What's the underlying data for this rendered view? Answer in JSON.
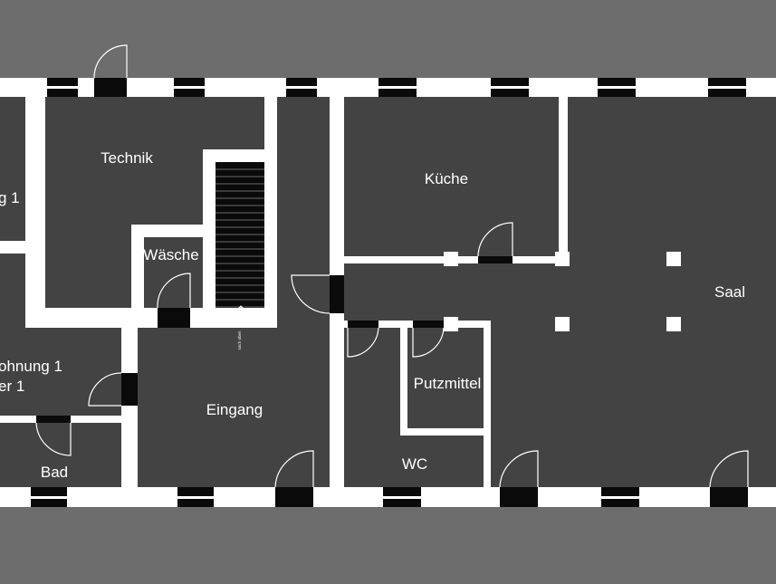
{
  "colors": {
    "background": "#6d6d6d",
    "floor": "#434343",
    "wall": "#ffffff",
    "opening": "#0a0a0a",
    "door_line": "#ffffff"
  },
  "rooms": {
    "technik": "Technik",
    "waesche": "Wäsche",
    "kueche": "Küche",
    "saal": "Saal",
    "eingang": "Eingang",
    "putzmittel": "Putzmittel",
    "wc": "WC",
    "bad": "Bad",
    "wohnung_line1": "ohnung 1",
    "wohnung_line2": "er 1",
    "left_top_partial": "g 1"
  },
  "stair_note": "nach oben"
}
